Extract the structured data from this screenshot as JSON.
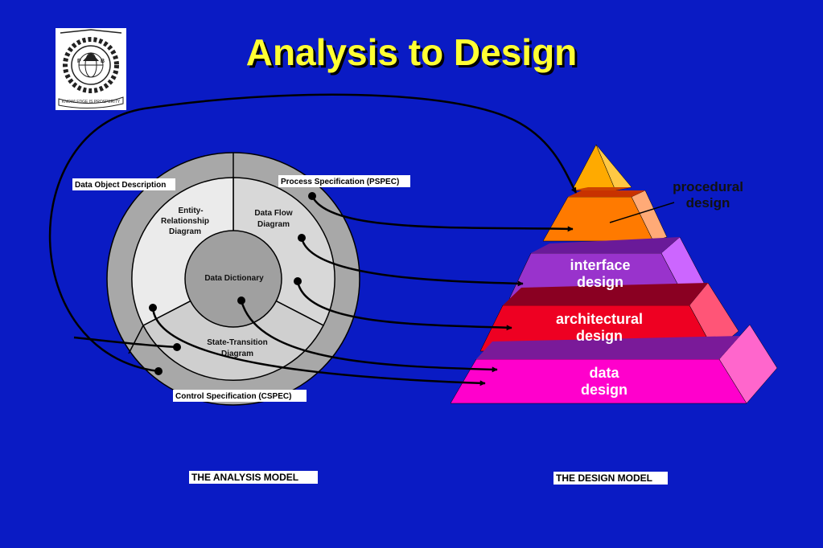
{
  "title": "Analysis to Design",
  "logo": {
    "left_letter": "P",
    "right_letter": "B",
    "motto": "KNOWLEDGE IS PROSPERITY"
  },
  "analysis_model": {
    "caption": "THE ANALYSIS MODEL",
    "data_object_description": "Data Object Description",
    "process_specification": "Process Specification (PSPEC)",
    "control_specification": "Control Specification (CSPEC)",
    "entity_relationship": [
      "Entity-",
      "Relationship",
      "Diagram"
    ],
    "data_flow": [
      "Data Flow",
      "Diagram"
    ],
    "state_transition": [
      "State-Transition",
      "Diagram"
    ],
    "data_dictionary": "Data Dictionary"
  },
  "design_model": {
    "caption": "THE DESIGN MODEL",
    "procedural": [
      "procedural",
      "design"
    ],
    "interface": [
      "interface",
      "design"
    ],
    "architectural": [
      "architectural",
      "design"
    ],
    "data": [
      "data",
      "design"
    ]
  },
  "colors": {
    "background": "#0a1bc4",
    "title": "#ffff33",
    "top_tier": "#ffaa00",
    "procedural_tier": "#ff7a00",
    "interface_tier": "#9933cc",
    "architectural_tier": "#ee0022",
    "data_tier": "#ff00cc"
  }
}
